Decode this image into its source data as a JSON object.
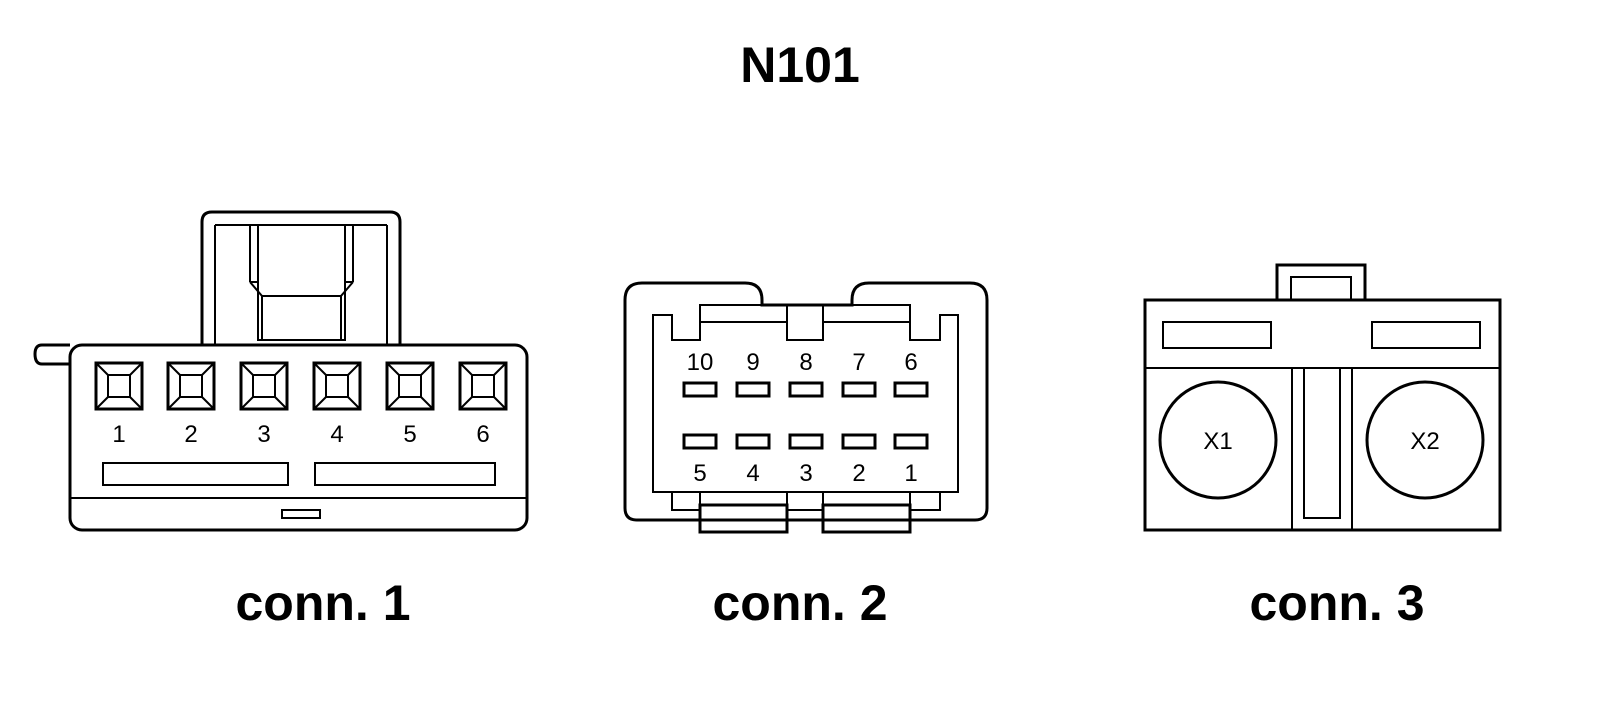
{
  "title": "N101",
  "connectors": [
    {
      "id": "conn1",
      "label": "conn. 1",
      "pins": [
        "1",
        "2",
        "3",
        "4",
        "5",
        "6"
      ]
    },
    {
      "id": "conn2",
      "label": "conn. 2",
      "pins_top": [
        "10",
        "9",
        "8",
        "7",
        "6"
      ],
      "pins_bottom": [
        "5",
        "4",
        "3",
        "2",
        "1"
      ]
    },
    {
      "id": "conn3",
      "label": "conn. 3",
      "pins": [
        "X1",
        "X2"
      ]
    }
  ]
}
